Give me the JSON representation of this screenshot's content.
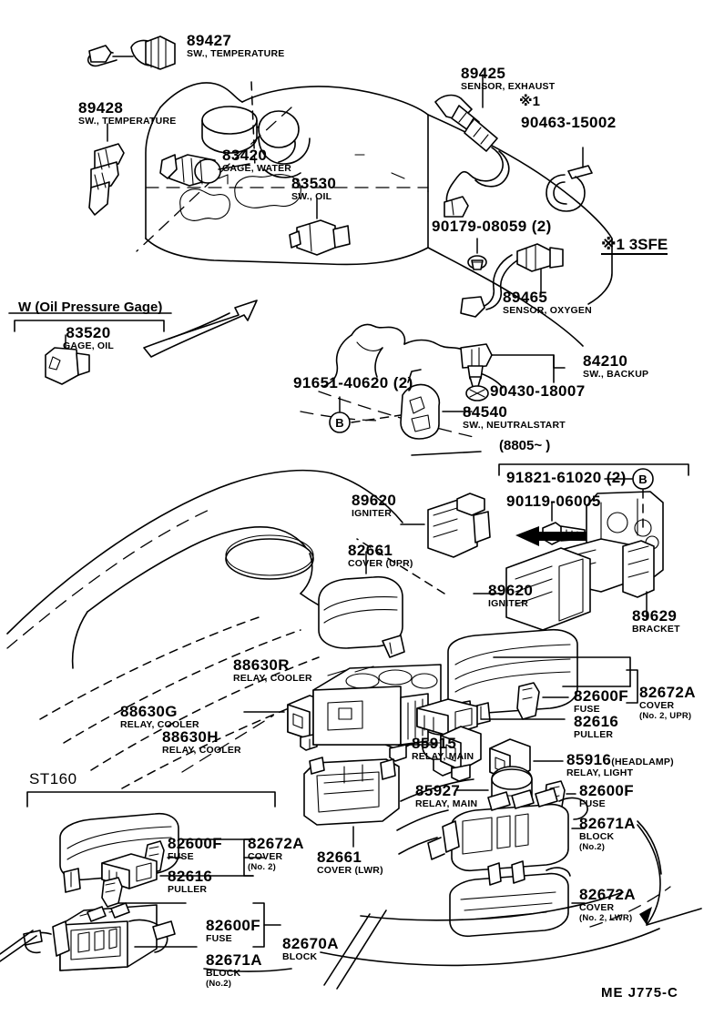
{
  "diagram": {
    "footer_code": "ME J775-C",
    "group_st160": "ST160",
    "note_3sfe": "※1 3SFE",
    "note_oil_pressure_gage": "W (Oil Pressure Gage)",
    "note_date_range": "(8805~        )",
    "ref_mark_1": "※1"
  },
  "parts": [
    {
      "id": "p89427",
      "number": "89427",
      "desc": "SW., TEMPERATURE"
    },
    {
      "id": "p89428",
      "number": "89428",
      "desc": "SW., TEMPERATURE"
    },
    {
      "id": "p83420",
      "number": "83420",
      "desc": "GAGE, WATER"
    },
    {
      "id": "p83530",
      "number": "83530",
      "desc": "SW., OIL"
    },
    {
      "id": "p83520",
      "number": "83520",
      "desc": "GAGE, OIL"
    },
    {
      "id": "p89425",
      "number": "89425",
      "desc": "SENSOR, EXHAUST"
    },
    {
      "id": "p90463",
      "number": "90463-15002",
      "desc": ""
    },
    {
      "id": "p90179",
      "number": "90179-08059 (2)",
      "desc": ""
    },
    {
      "id": "p89465",
      "number": "89465",
      "desc": "SENSOR, OXYGEN"
    },
    {
      "id": "p84210",
      "number": "84210",
      "desc": "SW., BACKUP"
    },
    {
      "id": "p90430",
      "number": "90430-18007",
      "desc": ""
    },
    {
      "id": "p84540",
      "number": "84540",
      "desc": "SW., NEUTRALSTART"
    },
    {
      "id": "p91651",
      "number": "91651-40620 (2)",
      "desc": ""
    },
    {
      "id": "p91821",
      "number": "91821-61020 (2)",
      "desc": ""
    },
    {
      "id": "p90119",
      "number": "90119-06005",
      "desc": ""
    },
    {
      "id": "p89620a",
      "number": "89620",
      "desc": "IGNITER"
    },
    {
      "id": "p89620b",
      "number": "89620",
      "desc": "IGNITER"
    },
    {
      "id": "p89629",
      "number": "89629",
      "desc": "BRACKET"
    },
    {
      "id": "p82661a",
      "number": "82661",
      "desc": "COVER (UPR)"
    },
    {
      "id": "p82661b",
      "number": "82661",
      "desc": "COVER (LWR)"
    },
    {
      "id": "p88630g",
      "number": "88630G",
      "desc": "RELAY, COOLER"
    },
    {
      "id": "p88630r",
      "number": "88630R",
      "desc": "RELAY, COOLER"
    },
    {
      "id": "p88630h",
      "number": "88630H",
      "desc": "RELAY, COOLER"
    },
    {
      "id": "p85915",
      "number": "85915",
      "desc": "RELAY, MAIN"
    },
    {
      "id": "p85916",
      "number": "85916",
      "desc": "RELAY, LIGHT",
      "suffix": "(HEADLAMP)"
    },
    {
      "id": "p85927",
      "number": "85927",
      "desc": "RELAY, MAIN"
    },
    {
      "id": "p82600f1",
      "number": "82600F",
      "desc": "FUSE"
    },
    {
      "id": "p82616a",
      "number": "82616",
      "desc": "PULLER"
    },
    {
      "id": "p82672a1",
      "number": "82672A",
      "desc": "COVER",
      "desc2": "(No. 2, UPR)"
    },
    {
      "id": "p82600f2",
      "number": "82600F",
      "desc": "FUSE"
    },
    {
      "id": "p82671a1",
      "number": "82671A",
      "desc": "BLOCK",
      "desc2": "(No.2)"
    },
    {
      "id": "p82672a2",
      "number": "82672A",
      "desc": "COVER",
      "desc2": "(No. 2, LWR)"
    },
    {
      "id": "p82600f3",
      "number": "82600F",
      "desc": "FUSE"
    },
    {
      "id": "p82616b",
      "number": "82616",
      "desc": "PULLER"
    },
    {
      "id": "p82672a3",
      "number": "82672A",
      "desc": "COVER",
      "desc2": "(No. 2)"
    },
    {
      "id": "p82600f4",
      "number": "82600F",
      "desc": "FUSE"
    },
    {
      "id": "p82671a2",
      "number": "82671A",
      "desc": "BLOCK",
      "desc2": "(No.2)"
    },
    {
      "id": "p82670a",
      "number": "82670A",
      "desc": "BLOCK"
    }
  ]
}
